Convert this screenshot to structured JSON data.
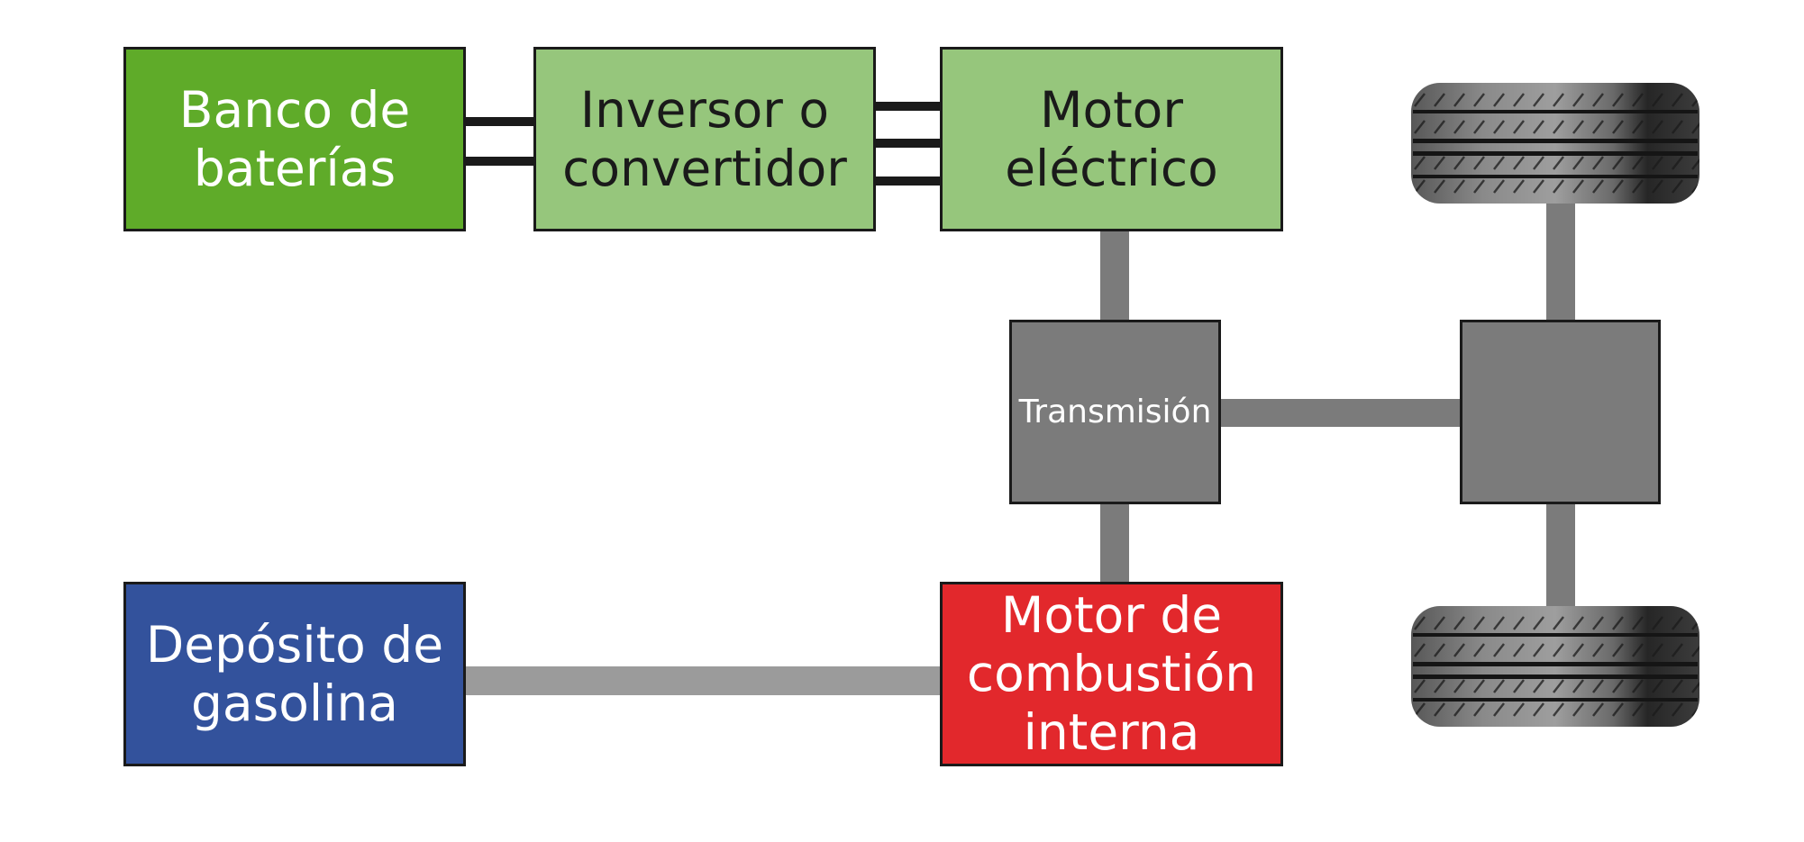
{
  "colors": {
    "batteries": "#5fab29",
    "inverter": "#96c67c",
    "electric_motor": "#96c67c",
    "transmission": "#7b7b7b",
    "axle_unit": "#7b7b7b",
    "fuel_tank": "#33529c",
    "combustion_engine": "#e2282c",
    "mechanical_link": "#7b7b7b",
    "fuel_line": "#9b9b9b",
    "electric_bus": "#1a1a1a"
  },
  "nodes": {
    "batteries": {
      "label": "Banco de\nbaterías"
    },
    "inverter": {
      "label": "Inversor o\nconvertidor"
    },
    "electric_motor": {
      "label": "Motor\neléctrico"
    },
    "transmission": {
      "label": "Transmisión"
    },
    "axle_unit": {
      "label": ""
    },
    "fuel_tank": {
      "label": "Depósito de\ngasolina"
    },
    "combustion_engine": {
      "label": "Motor de\ncombustión\ninterna"
    }
  },
  "wheels": [
    {
      "icon": "tire-icon"
    },
    {
      "icon": "tire-icon"
    }
  ]
}
